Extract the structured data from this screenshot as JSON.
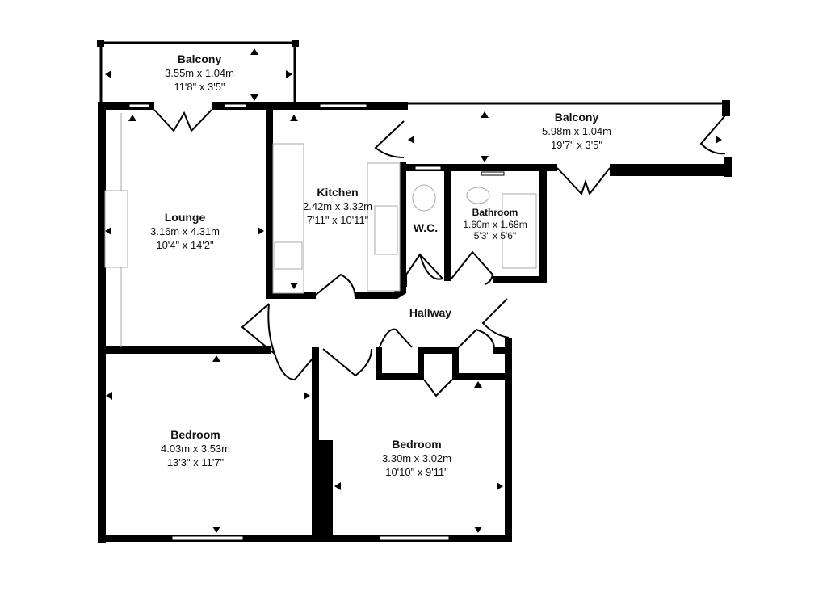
{
  "rooms": [
    {
      "id": "balcony-1",
      "name": "Balcony",
      "metric": "3.55m x 1.04m",
      "imperial": "11'8\" x 3'5\""
    },
    {
      "id": "balcony-2",
      "name": "Balcony",
      "metric": "5.98m x 1.04m",
      "imperial": "19'7\" x 3'5\""
    },
    {
      "id": "lounge",
      "name": "Lounge",
      "metric": "3.16m x 4.31m",
      "imperial": "10'4\" x 14'2\""
    },
    {
      "id": "kitchen",
      "name": "Kitchen",
      "metric": "2.42m x 3.32m",
      "imperial": "7'11\" x 10'11\""
    },
    {
      "id": "wc",
      "name": "W.C."
    },
    {
      "id": "bathroom",
      "name": "Bathroom",
      "metric": "1.60m x 1.68m",
      "imperial": "5'3\" x 5'6\""
    },
    {
      "id": "hallway",
      "name": "Hallway"
    },
    {
      "id": "bedroom-1",
      "name": "Bedroom",
      "metric": "4.03m x 3.53m",
      "imperial": "13'3\" x 11'7\""
    },
    {
      "id": "bedroom-2",
      "name": "Bedroom",
      "metric": "3.30m x 3.02m",
      "imperial": "10'10\" x 9'11\""
    }
  ]
}
